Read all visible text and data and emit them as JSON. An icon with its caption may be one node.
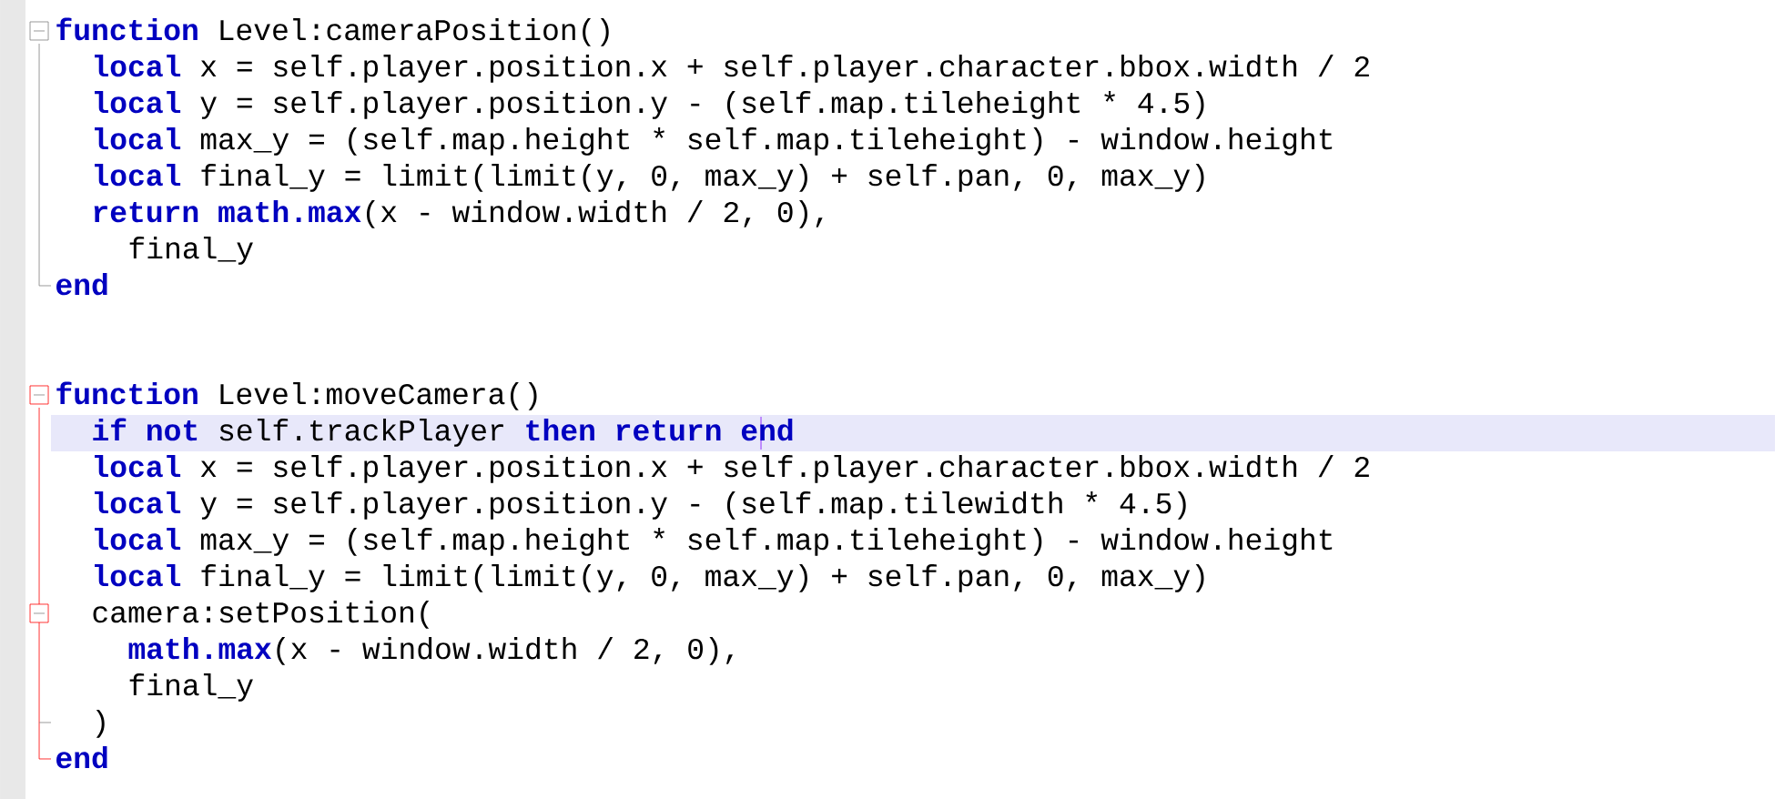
{
  "diagram": {
    "labels": [
      "**function** Level:cameraPosition()",
      "**local** x = self.player.position.x + self.player.character.bbox.width / 2",
      "**local** y = self.player.position.y - (self.map.tileheight * 4.5)",
      "**local** max_y = (self.map.height * self.map.tileheight) - window.height",
      "**local** final_y = limit(limit(y, 0, max_y) + self.pan, 0, max_y)",
      "**return math.max**(x - window.width / 2, 0),",
      "final_y",
      "**end**",
      "**function** Level:moveCamera()",
      "**if not** self.trackPlayer **then return end**",
      "**local** x = self.player.position.x + self.player.character.bbox.width / 2",
      "**local** y = self.player.position.y - (self.map.tilewidth * 4.5)",
      "**local** max_y = (self.map.height * self.map.tileheight) - window.height",
      "**local** final_y = limit(limit(y, 0, max_y) + self.pan, 0, max_y)",
      "camera:setPosition(",
      "**math.max**(x - window.width / 2, 0),",
      "final_y",
      ")",
      "**end**"
    ]
  }
}
